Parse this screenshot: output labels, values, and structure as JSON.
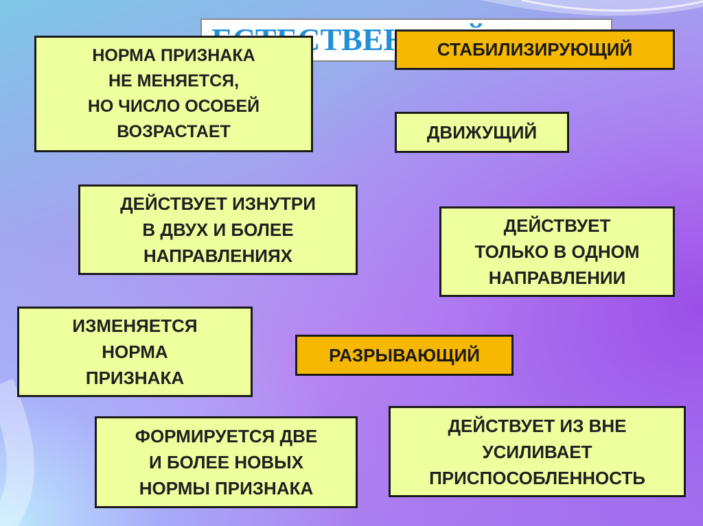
{
  "title": {
    "text": "ЕСТЕСТВЕННЫЙ ОТБОР"
  },
  "types": {
    "stabilizing": "СТАБИЛИЗИРУЮЩИЙ",
    "driving": "ДВИЖУЩИЙ",
    "disruptive": "РАЗРЫВАЮЩИЙ"
  },
  "statements": {
    "s1": "НОРМА ПРИЗНАКА\nНЕ МЕНЯЕТСЯ,\nНО ЧИСЛО ОСОБЕЙ\nВОЗРАСТАЕТ",
    "s2": "ДЕЙСТВУЕТ ИЗНУТРИ\nВ ДВУХ И БОЛЕЕ\nНАПРАВЛЕНИЯХ",
    "s3": "ДЕЙСТВУЕТ\nТОЛЬКО В ОДНОМ\nНАПРАВЛЕНИИ",
    "s4": "ИЗМЕНЯЕТСЯ\nНОРМА\nПРИЗНАКА",
    "s5": "ФОРМИРУЕТСЯ ДВЕ\nИ БОЛЕЕ НОВЫХ\nНОРМЫ ПРИЗНАКА",
    "s6": "ДЕЙСТВУЕТ ИЗ ВНЕ\nУСИЛИВАЕТ\nПРИСПОСОБЛЕННОСТЬ"
  }
}
